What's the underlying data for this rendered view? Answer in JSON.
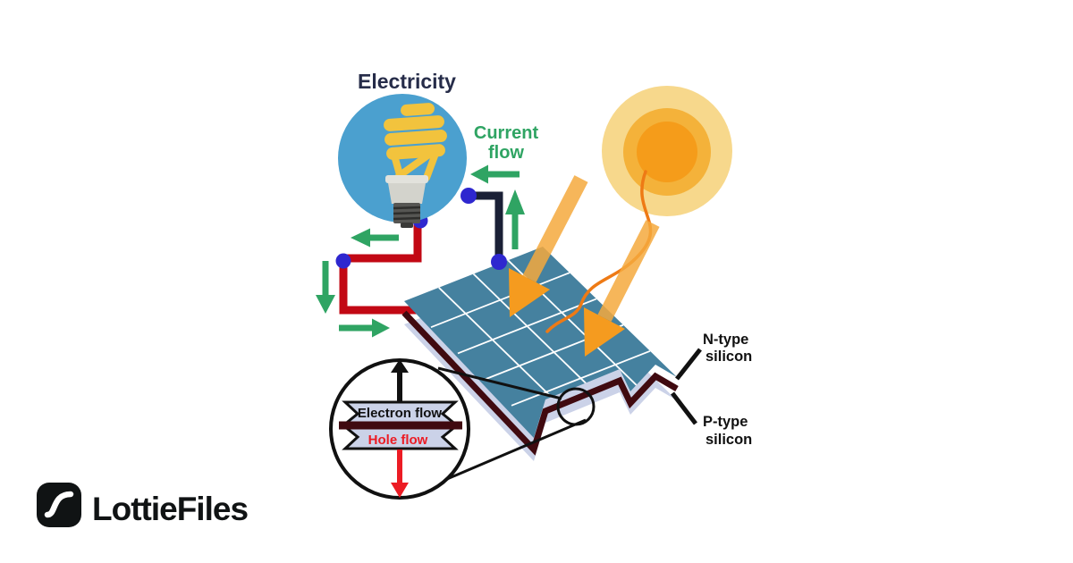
{
  "diagram": {
    "electricity_label": "Electricity",
    "current_flow": {
      "line1": "Current",
      "line2": "flow"
    },
    "electron_flow_label": "Electron flow",
    "hole_flow_label": "Hole flow",
    "n_type": {
      "line1": "N-type",
      "line2": "silicon"
    },
    "p_type": {
      "line1": "P-type",
      "line2": "silicon"
    }
  },
  "branding": {
    "wordmark": "LottieFiles"
  },
  "colors": {
    "panel_blue": "#45819f",
    "silicon_lavender": "#cbd2e8",
    "junction_maroon": "#400a10",
    "wire_red": "#c20814",
    "wire_navy": "#1a2036",
    "node_blue": "#2e27cf",
    "arrow_green": "#2fa463",
    "sun_outer": "#f7d88c",
    "sun_mid": "#f4b23a",
    "sun_inner": "#f59c1a",
    "ray_orange": "#f5a93d",
    "ray_head_orange": "#f59b1f",
    "squiggle_orange": "#ee7a15",
    "bulb_circle_blue": "#4ba0cf",
    "bulb_yellow": "#f2c33d",
    "hole_flow_red": "#ec1c24",
    "text_navy": "#262c49",
    "text_black": "#111111",
    "logo_black": "#101314"
  }
}
